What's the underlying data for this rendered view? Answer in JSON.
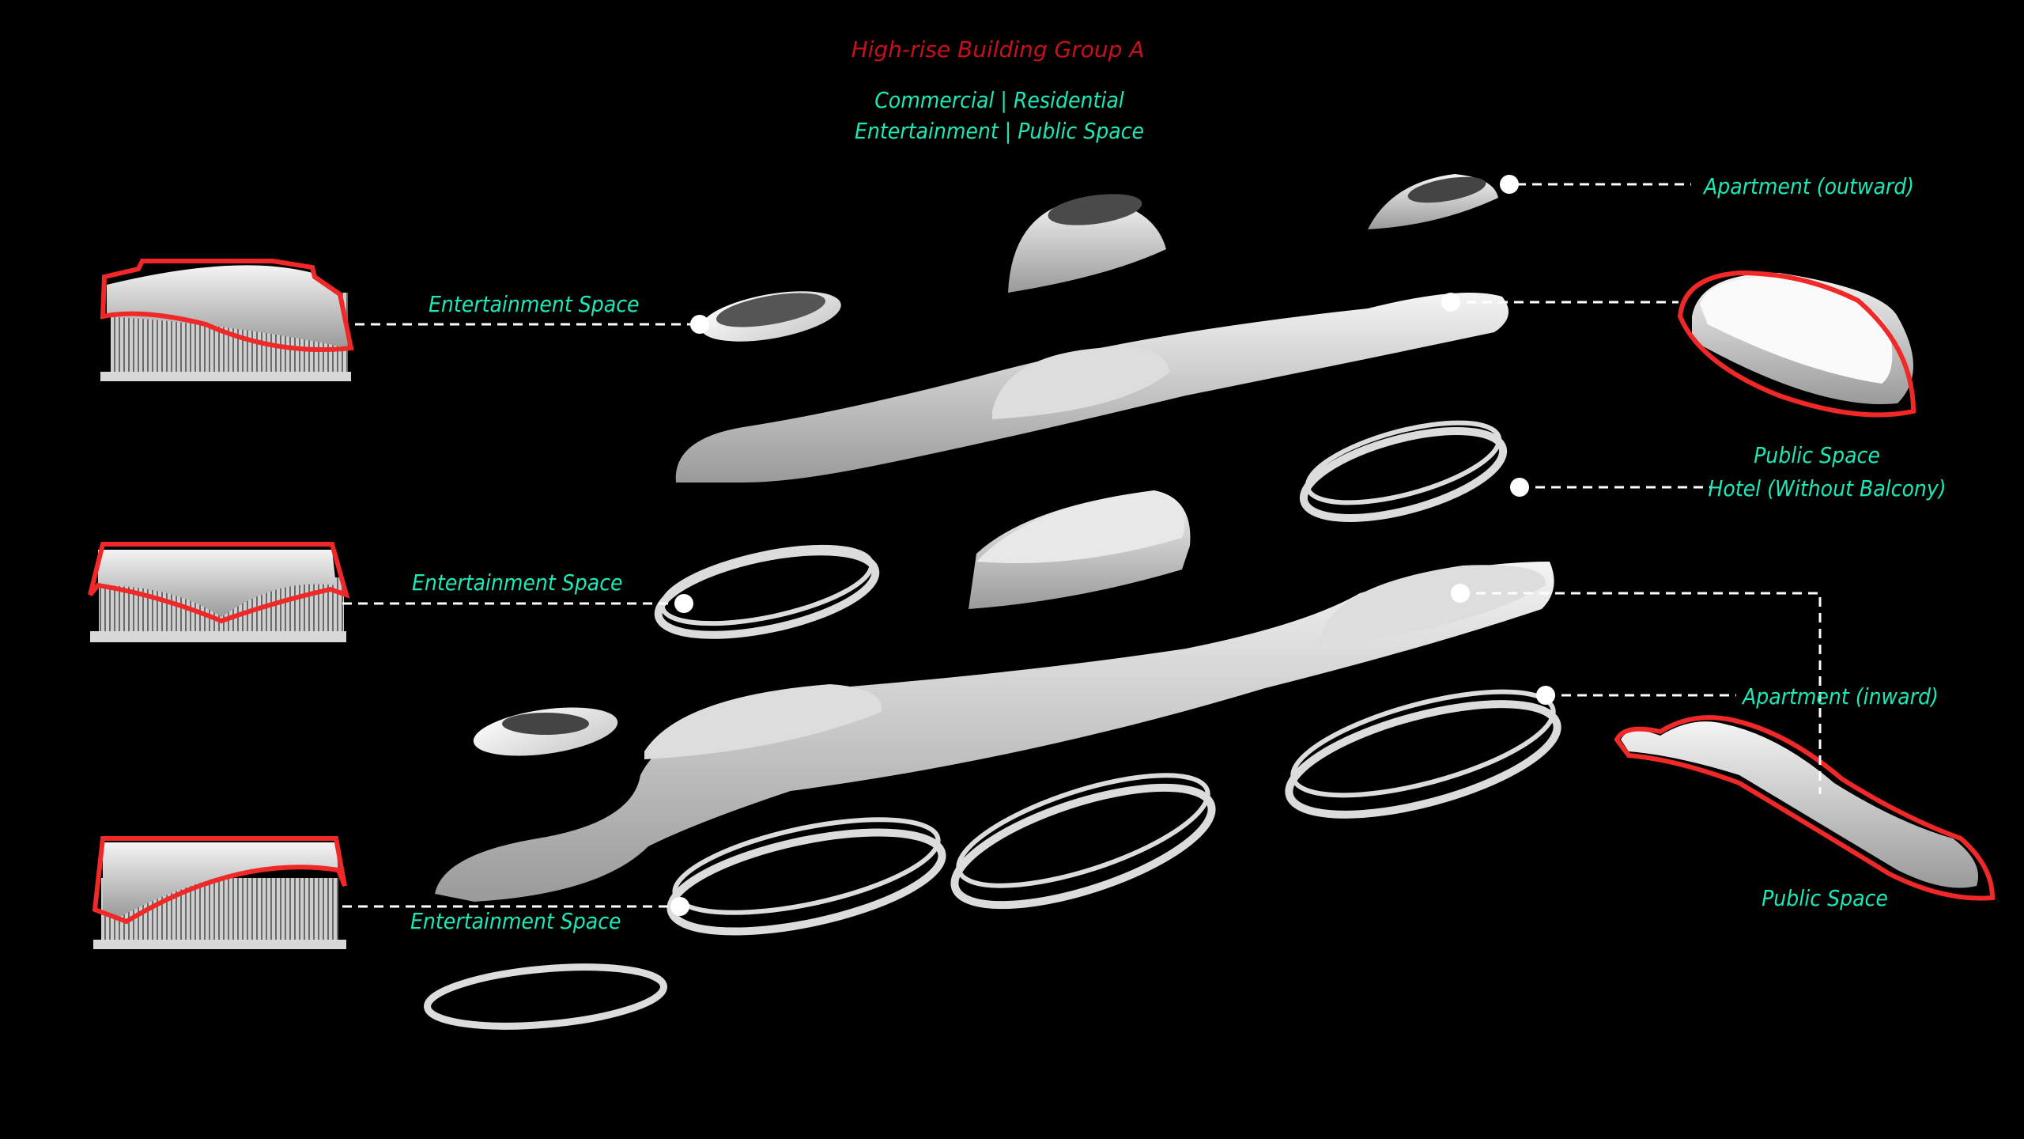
{
  "title": "High-rise Building Group A",
  "subtitle": {
    "line1": "Commercial | Residential",
    "line2": "Entertainment | Public Space"
  },
  "labels": {
    "apartment_outward": "Apartment (outward)",
    "entertainment_1": "Entertainment Space",
    "entertainment_2": "Entertainment Space",
    "entertainment_3": "Entertainment Space",
    "public_space_top": "Public Space",
    "hotel": "Hotel (Without Balcony)",
    "apartment_inward": "Apartment (inward)",
    "public_space_bottom": "Public Space"
  },
  "colors": {
    "background": "#000000",
    "title": "#c8101a",
    "label": "#1de8b8",
    "highlight_outline": "#f02828",
    "model": "#e6e6e6"
  }
}
